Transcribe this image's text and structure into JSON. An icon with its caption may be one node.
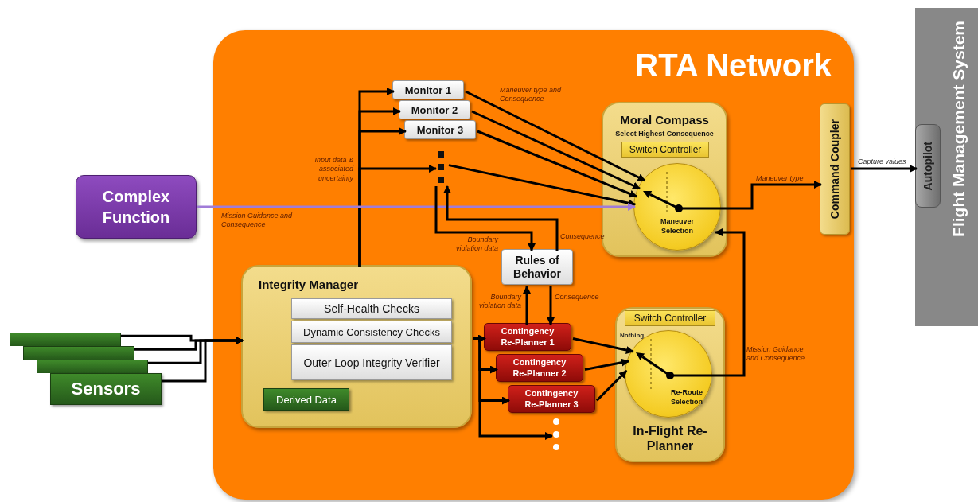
{
  "diagram": {
    "nodes": [
      {
        "text": [
          "RTA Network"
        ]
      },
      {
        "text": [
          "Flight Management System"
        ]
      },
      {
        "text": [
          "Autopilot"
        ],
        "in": 1
      },
      {
        "text": [
          "Complex Function"
        ]
      },
      {
        "text": [],
        "shape": "box"
      },
      {
        "text": [],
        "shape": "box"
      },
      {
        "text": [],
        "shape": "box"
      },
      {
        "text": [
          "Sensors"
        ]
      },
      {
        "text": [
          "Integrity Manager"
        ],
        "in": 0
      },
      {
        "text": [
          "Self-Health Checks"
        ],
        "in": 8
      },
      {
        "text": [
          "Dynamic Consistency Checks"
        ],
        "in": 8
      },
      {
        "text": [
          "Outer Loop Integrity Verifier"
        ],
        "in": 8
      },
      {
        "text": [
          "Derived Data"
        ],
        "in": 8
      },
      {
        "text": [
          "Monitor 1"
        ],
        "in": 0
      },
      {
        "text": [
          "Monitor 2"
        ],
        "in": 0
      },
      {
        "text": [
          "Monitor 3"
        ],
        "in": 0
      },
      {
        "text": [],
        "shape": "dots",
        "in": 0
      },
      {
        "text": [
          "Moral Compass",
          "Select Highest Consequence"
        ],
        "in": 0
      },
      {
        "text": [
          "Switch Controller"
        ],
        "in": 17
      },
      {
        "text": [
          "Maneuver Selection"
        ],
        "in": 17
      },
      {
        "text": [
          "Rules of Behavior"
        ],
        "in": 0
      },
      {
        "text": [
          "Contingency Re-Planner 1"
        ],
        "in": 0
      },
      {
        "text": [
          "Contingency Re-Planner 2"
        ],
        "in": 0
      },
      {
        "text": [
          "Contingency Re-Planner 3"
        ],
        "in": 0
      },
      {
        "text": [],
        "shape": "dots",
        "in": 0
      },
      {
        "text": [
          "In-Flight Re-Planner"
        ],
        "in": 0
      },
      {
        "text": [
          "Switch Controller"
        ],
        "in": 25
      },
      {
        "text": [
          "Re-Route Selection"
        ],
        "in": 25
      },
      {
        "text": [
          "Command Coupler"
        ],
        "in": 0
      }
    ],
    "edges": [
      {
        "from": 4,
        "to": 8,
        "arrow": "to"
      },
      {
        "from": 5,
        "to": 8,
        "arrow": "to"
      },
      {
        "from": 6,
        "to": 8,
        "arrow": "to"
      },
      {
        "from": 7,
        "to": 8,
        "arrow": "to"
      },
      {
        "from": 8,
        "to": 13,
        "arrow": "to",
        "label": "Input data & associated uncertainty"
      },
      {
        "from": 8,
        "to": 14,
        "arrow": "to"
      },
      {
        "from": 8,
        "to": 15,
        "arrow": "to"
      },
      {
        "from": 8,
        "to": 16,
        "arrow": "to"
      },
      {
        "from": 13,
        "to": 19,
        "arrow": "to",
        "label": "Maneuver type and Consequence"
      },
      {
        "from": 14,
        "to": 19,
        "arrow": "to"
      },
      {
        "from": 15,
        "to": 19,
        "arrow": "to"
      },
      {
        "from": 16,
        "to": 19,
        "arrow": "to"
      },
      {
        "from": 3,
        "to": 19,
        "arrow": "to",
        "label": "Mission Guidance and Consequence",
        "color": "#a07cd8"
      },
      {
        "from": 16,
        "to": 20,
        "arrow": "to",
        "label": "Boundary violation data"
      },
      {
        "from": 20,
        "to": 16,
        "arrow": "to",
        "label": "Consequence"
      },
      {
        "from": 21,
        "to": 20,
        "arrow": "to",
        "label": "Boundary violation data"
      },
      {
        "from": 20,
        "to": 21,
        "arrow": "to",
        "label": "Consequence"
      },
      {
        "from": 8,
        "to": 21,
        "arrow": "to"
      },
      {
        "from": 8,
        "to": 22,
        "arrow": "to"
      },
      {
        "from": 8,
        "to": 23,
        "arrow": "to"
      },
      {
        "from": 8,
        "to": 24,
        "arrow": "to"
      },
      {
        "from": 21,
        "to": 27,
        "arrow": "to"
      },
      {
        "from": 22,
        "to": 27,
        "arrow": "to"
      },
      {
        "from": 23,
        "to": 27,
        "arrow": "to"
      },
      {
        "from": 27,
        "to": 19,
        "arrow": "to",
        "label": "Mission Guidance and Consequence"
      },
      {
        "from": 19,
        "to": 28,
        "arrow": "to",
        "label": "Maneuver type"
      },
      {
        "from": 28,
        "to": 2,
        "arrow": "to",
        "label": "Capture values"
      }
    ],
    "labels": [
      "Nothing"
    ]
  }
}
